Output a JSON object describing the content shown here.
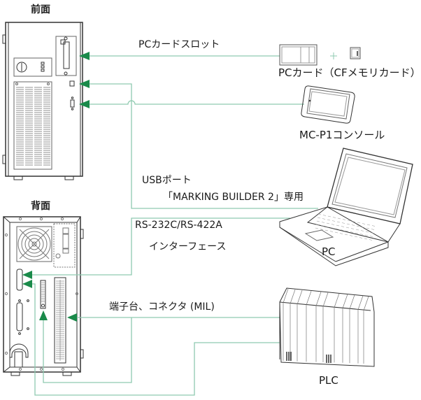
{
  "headings": {
    "front": "前面",
    "rear": "背面"
  },
  "labels": {
    "pc_card_slot": "PCカードスロット",
    "pc_card": "PCカード（CFメモリカード）",
    "plus": "+",
    "console": "MC-P1コンソール",
    "usb_port": "USBポート",
    "usb_dedicated": "「MARKING BUILDER 2」専用",
    "rs_interface_line1": "RS-232C/RS-422A",
    "rs_interface_line2": "インターフェース",
    "pc": "PC",
    "terminal_connector": "端子台、コネクタ (MIL)",
    "plc": "PLC"
  },
  "colors": {
    "connection_line": "#8fcab0",
    "arrow": "#1a8a4a",
    "device_outline": "#333333"
  }
}
